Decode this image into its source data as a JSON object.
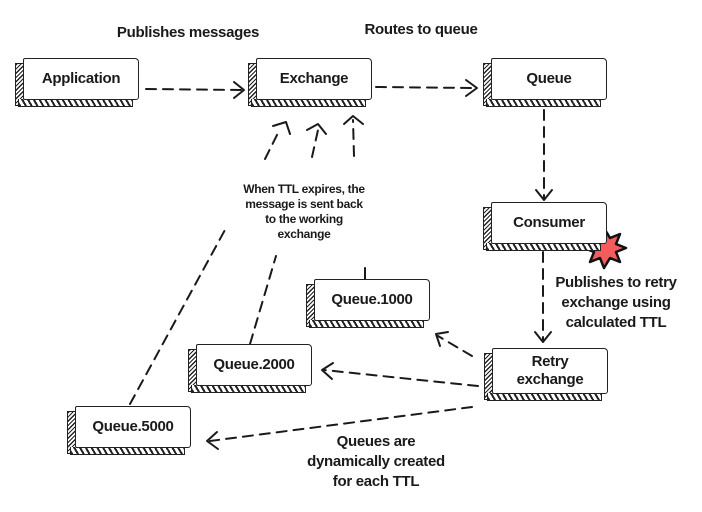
{
  "diagram": {
    "nodes": {
      "application": "Application",
      "exchange": "Exchange",
      "queue": "Queue",
      "consumer": "Consumer",
      "retry_exchange": "Retry\nexchange",
      "queue_1000": "Queue.1000",
      "queue_2000": "Queue.2000",
      "queue_5000": "Queue.5000"
    },
    "labels": {
      "publishes_messages": "Publishes messages",
      "routes_to_queue": "Routes to queue",
      "ttl_expires": "When TTL expires, the\nmessage is sent back\nto the working\nexchange",
      "publishes_retry": "Publishes to retry\nexchange using\ncalculated TTL",
      "queues_dynamic": "Queues are\ndynamically created\nfor each TTL"
    },
    "edges": [
      {
        "from": "application",
        "to": "exchange",
        "style": "dashed"
      },
      {
        "from": "exchange",
        "to": "queue",
        "style": "dashed"
      },
      {
        "from": "queue",
        "to": "consumer",
        "style": "dashed"
      },
      {
        "from": "consumer",
        "to": "retry_exchange",
        "style": "dashed"
      },
      {
        "from": "retry_exchange",
        "to": "queue_1000",
        "style": "dashed"
      },
      {
        "from": "retry_exchange",
        "to": "queue_2000",
        "style": "dashed"
      },
      {
        "from": "retry_exchange",
        "to": "queue_5000",
        "style": "dashed"
      },
      {
        "from": "queue_1000",
        "to": "exchange",
        "style": "dashed"
      },
      {
        "from": "queue_2000",
        "to": "exchange",
        "style": "dashed"
      },
      {
        "from": "queue_5000",
        "to": "exchange",
        "style": "dashed"
      }
    ],
    "error_marker": {
      "icon": "explosion-burst-icon",
      "color": "#f25c5c"
    }
  }
}
